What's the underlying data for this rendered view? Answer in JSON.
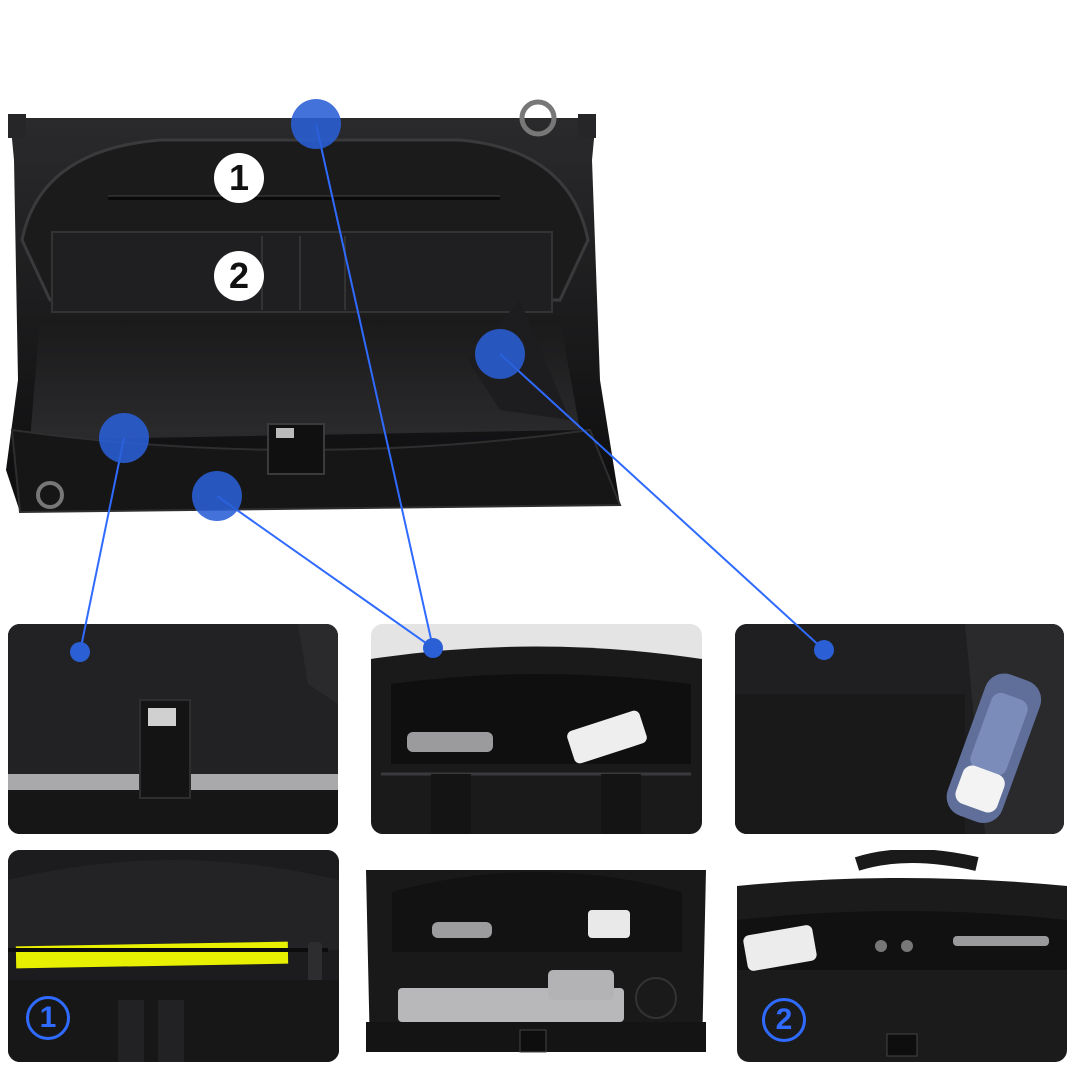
{
  "hero": {
    "pocket_labels": [
      "1",
      "2"
    ]
  },
  "panels": {
    "bottom_left_label": "1",
    "bottom_right_label": "2"
  },
  "colors": {
    "callout_blue": "#2f6bff",
    "callout_dot": "#2a5fd6",
    "bag_black": "#141414",
    "lining": "#222224",
    "accent_yellow": "#e7f000"
  }
}
